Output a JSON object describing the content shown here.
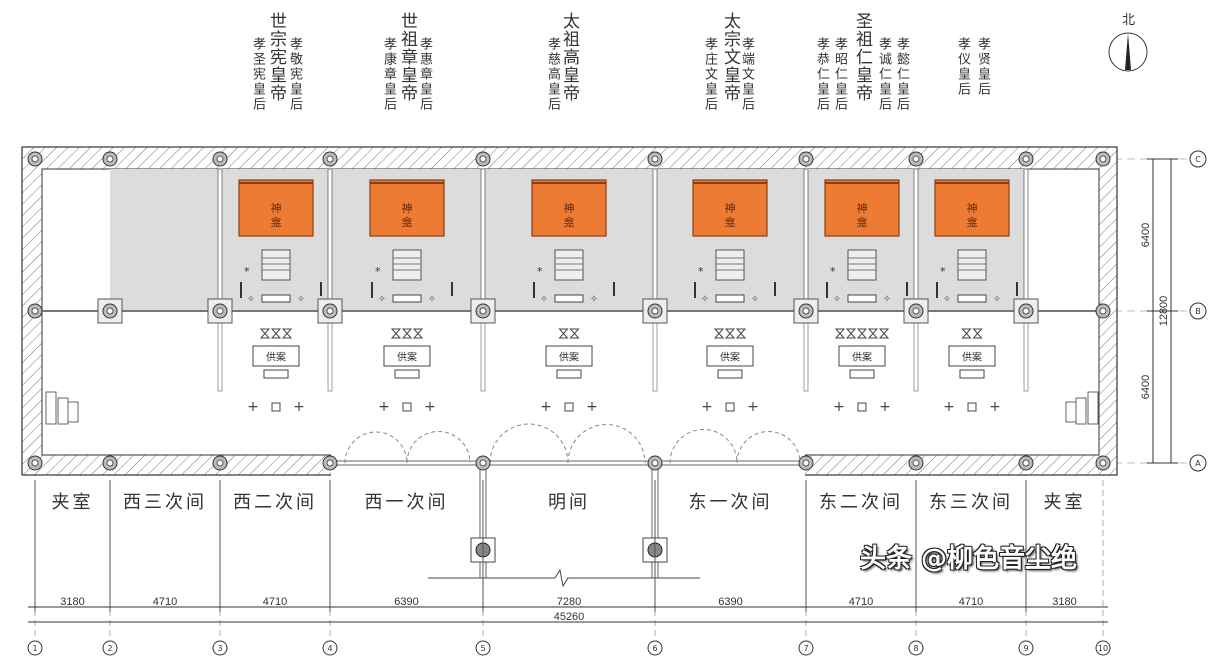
{
  "north_label": "北",
  "tablets": [
    {
      "emperor": "世宗宪皇帝",
      "left": [
        "孝圣宪皇后"
      ],
      "right": [
        "孝敬宪皇后"
      ]
    },
    {
      "emperor": "世祖章皇帝",
      "left": [
        "孝康章皇后"
      ],
      "right": [
        "孝惠章皇后"
      ]
    },
    {
      "emperor": "太祖高皇帝",
      "left": [
        "孝慈高皇后"
      ],
      "right": []
    },
    {
      "emperor": "太宗文皇帝",
      "left": [
        "孝庄文皇后"
      ],
      "right": [
        "孝端文皇后"
      ]
    },
    {
      "emperor": "圣祖仁皇帝",
      "left": [
        "孝恭仁皇后",
        "孝昭仁皇后"
      ],
      "right": [
        "孝诚仁皇后",
        "孝懿仁皇后"
      ]
    },
    {
      "emperor": "",
      "left": [
        "孝仪皇后"
      ],
      "right": [
        "孝贤皇后"
      ]
    }
  ],
  "niche_label": "神龛",
  "altar_label": "供案",
  "altar_vessel_counts": [
    3,
    3,
    2,
    3,
    5,
    2
  ],
  "rooms": [
    "夹室",
    "西三次间",
    "西二次间",
    "西一次间",
    "明间",
    "东一次间",
    "东二次间",
    "东三次间",
    "夹室"
  ],
  "bay_dimensions": [
    "3180",
    "4710",
    "4710",
    "6390",
    "7280",
    "6390",
    "4710",
    "4710",
    "3180"
  ],
  "total_length": "45260",
  "depth_dimensions": [
    "6400",
    "6400"
  ],
  "total_depth": "12800",
  "axis_numbers": [
    "1",
    "2",
    "3",
    "4",
    "5",
    "6",
    "7",
    "8",
    "9",
    "10"
  ],
  "axis_letters": [
    "C",
    "B",
    "A"
  ],
  "colors": {
    "niche": "#ee7b34",
    "niche_stroke": "#8c3c12",
    "hall_floor": "#dcdcdc",
    "line": "#555555"
  },
  "watermark": "头条 @柳色音尘绝"
}
